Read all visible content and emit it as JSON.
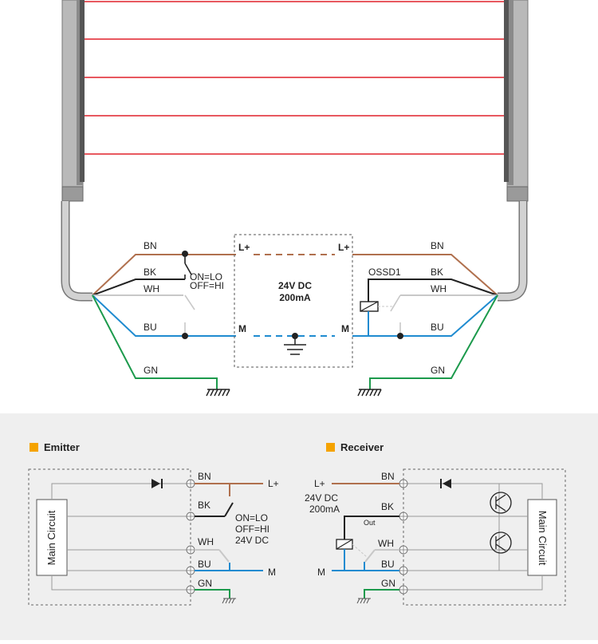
{
  "top": {
    "left_wires": {
      "bn": "BN",
      "bk": "BK",
      "wh": "WH",
      "bu": "BU",
      "gn": "GN"
    },
    "right_wires": {
      "bn": "BN",
      "bk": "BK",
      "wh": "WH",
      "bu": "BU",
      "gn": "GN"
    },
    "switch_on": "ON=LO",
    "switch_off": "OFF=HI",
    "supply": {
      "l_plus_left": "L+",
      "l_plus_right": "L+",
      "m_left": "M",
      "m_right": "M",
      "voltage": "24V DC",
      "current": "200mA"
    },
    "ossd": "OSSD1"
  },
  "emitter": {
    "title": "Emitter",
    "block_label": "Main Circuit",
    "wires": {
      "bn": "BN",
      "bk": "BK",
      "wh": "WH",
      "bu": "BU",
      "gn": "GN"
    },
    "l_plus": "L+",
    "m": "M",
    "notes": [
      "ON=LO",
      "OFF=HI",
      "24V DC"
    ]
  },
  "receiver": {
    "title": "Receiver",
    "block_label": "Main Circuit",
    "wires": {
      "bn": "BN",
      "bk": "BK",
      "wh": "WH",
      "bu": "BU",
      "gn": "GN"
    },
    "l_plus": "L+",
    "m": "M",
    "supply": [
      "24V DC",
      "200mA"
    ],
    "out": "Out"
  },
  "colors": {
    "brown": "#b0704e",
    "black": "#222222",
    "white": "#c8c8c8",
    "blue": "#1f8bd0",
    "green": "#1c9a4c",
    "beam": "#e0202a",
    "accent": "#f5a300"
  }
}
